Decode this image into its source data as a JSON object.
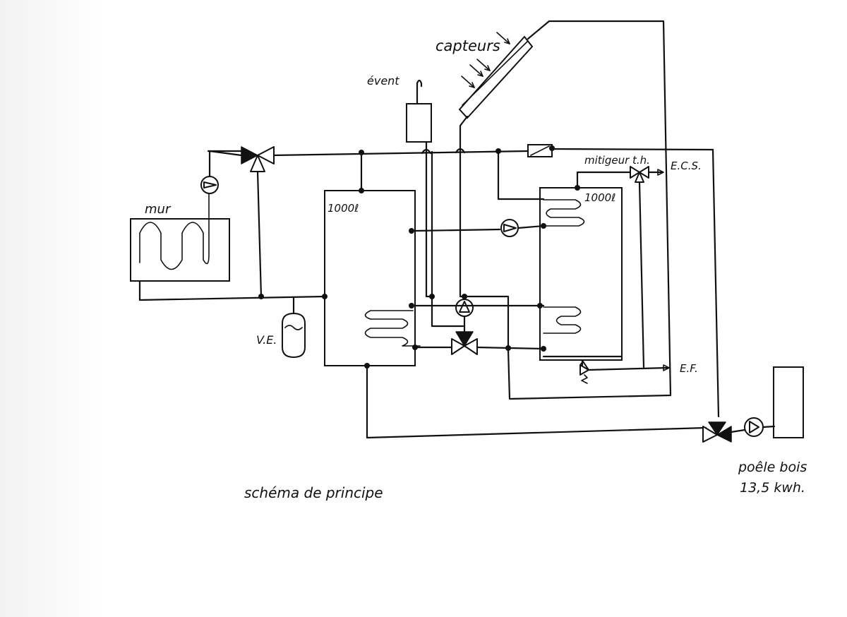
{
  "labels": {
    "capteurs": "capteurs",
    "event": "évent",
    "mur": "mur",
    "tank_left_volume": "1000ℓ",
    "tank_right_volume": "1000ℓ",
    "mitigeur": "mitigeur t.h.",
    "ecs": "E.C.S.",
    "ve": "V.E.",
    "ef": "E.F.",
    "poele_line1": "poêle bois",
    "poele_line2": "13,5 kwh.",
    "title": "schéma de principe"
  },
  "colors": {
    "ink": "#111111",
    "paper": "#ffffff"
  }
}
